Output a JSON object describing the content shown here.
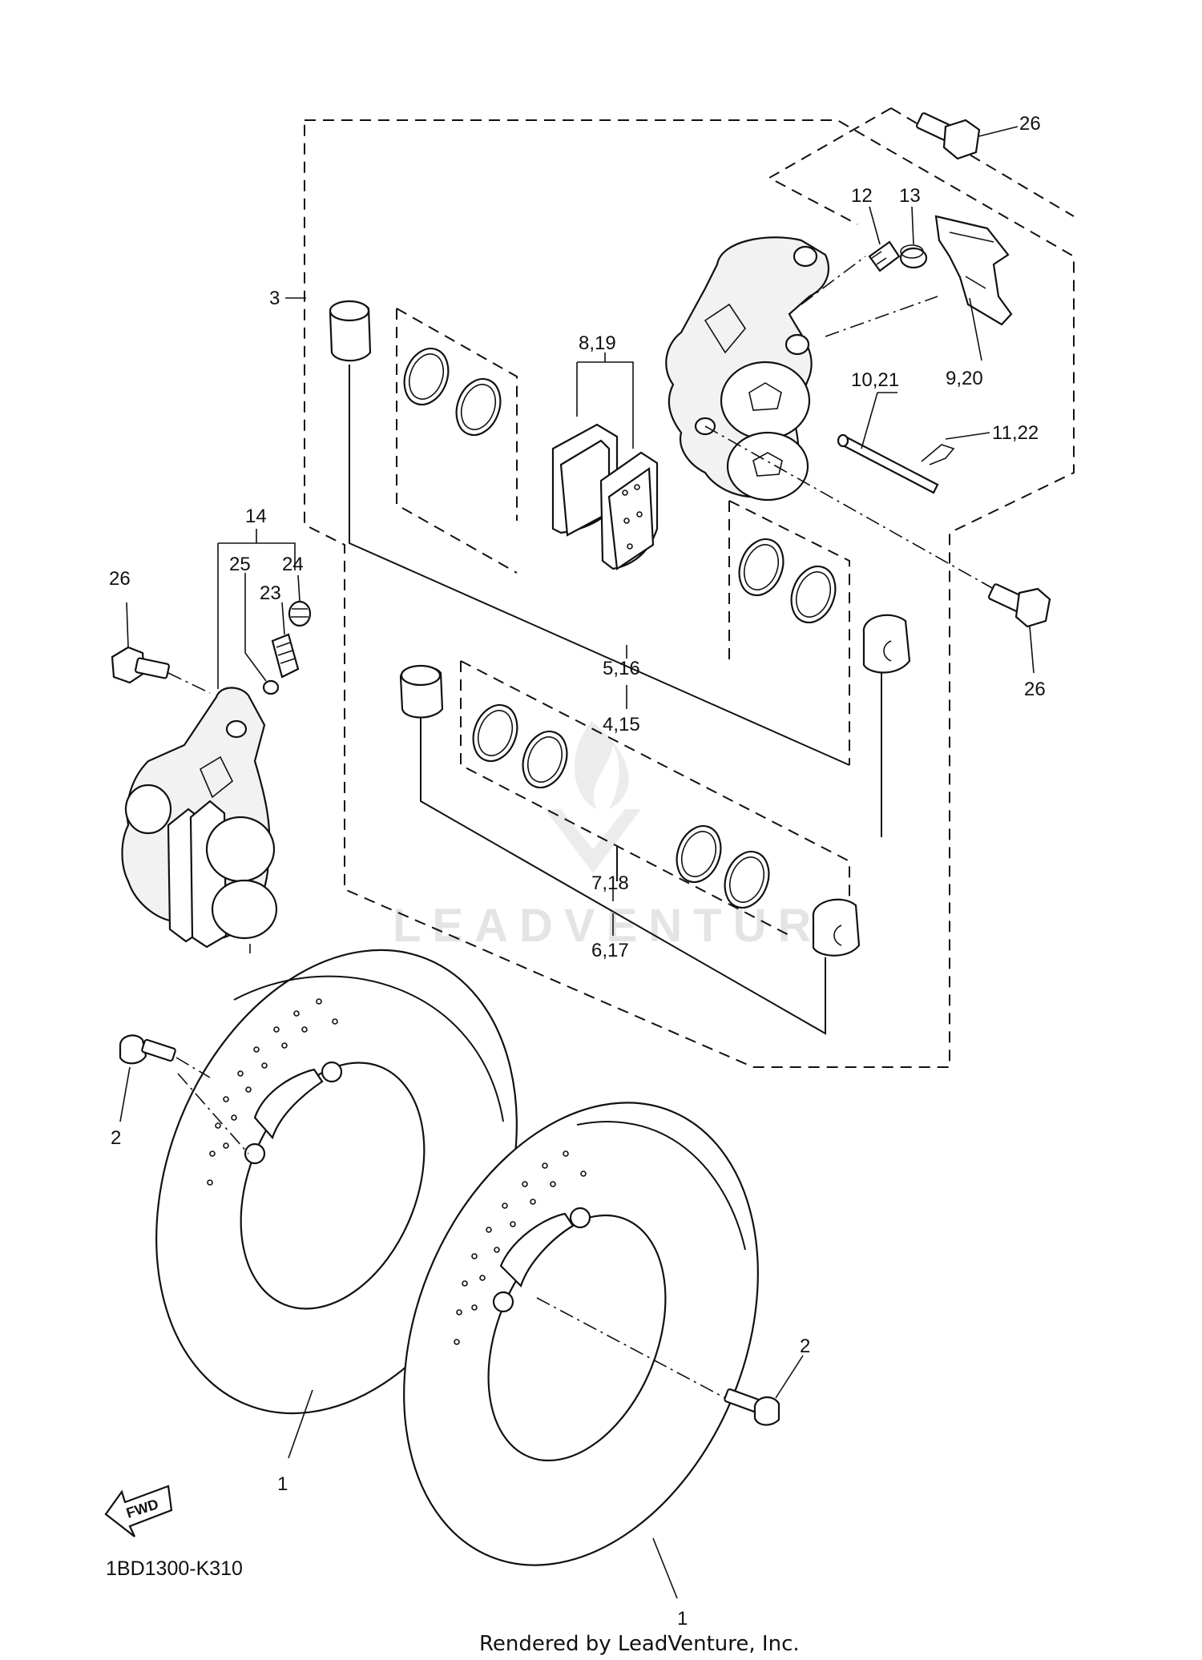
{
  "diagram": {
    "code": "1BD1300-K310",
    "footer": "Rendered by LeadVenture, Inc.",
    "watermark": "LEADVENTURE",
    "fwd_label": "FWD",
    "callouts": {
      "c26a": "26",
      "c12": "12",
      "c13": "13",
      "c3": "3",
      "c8_19": "8,19",
      "c10_21": "10,21",
      "c9_20": "9,20",
      "c11_22": "11,22",
      "c14": "14",
      "c25": "25",
      "c24": "24",
      "c23": "23",
      "c26b": "26",
      "c26c": "26",
      "c5_16": "5,16",
      "c4_15": "4,15",
      "c7_18": "7,18",
      "c6_17": "6,17",
      "c2a": "2",
      "c2b": "2",
      "c1a": "1",
      "c1b": "1"
    }
  }
}
